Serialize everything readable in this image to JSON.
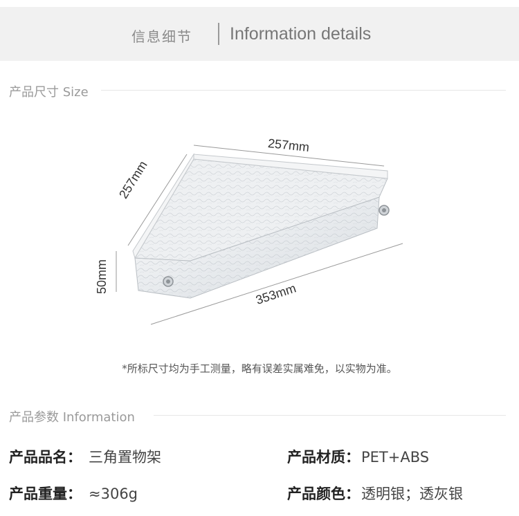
{
  "header": {
    "title_cn": "信息细节",
    "title_en": "Information details"
  },
  "size_section": {
    "heading": "产品尺寸 Size",
    "dims": {
      "top": "257mm",
      "left": "257mm",
      "height": "50mm",
      "bottom": "353mm"
    },
    "note": "*所标尺寸均为手工测量，略有误差实属难免，以实物为准。"
  },
  "info_section": {
    "heading": "产品参数 Information",
    "specs": [
      {
        "key": "产品品名：",
        "value": "三角置物架"
      },
      {
        "key": "产品材质：",
        "value": "PET+ABS"
      },
      {
        "key": "产品重量：",
        "value": "≈306g"
      },
      {
        "key": "产品颜色：",
        "value": "透明银；透灰银"
      }
    ]
  },
  "colors": {
    "banner_bg": "#f1f1f1",
    "rule": "#e6e6e6"
  }
}
